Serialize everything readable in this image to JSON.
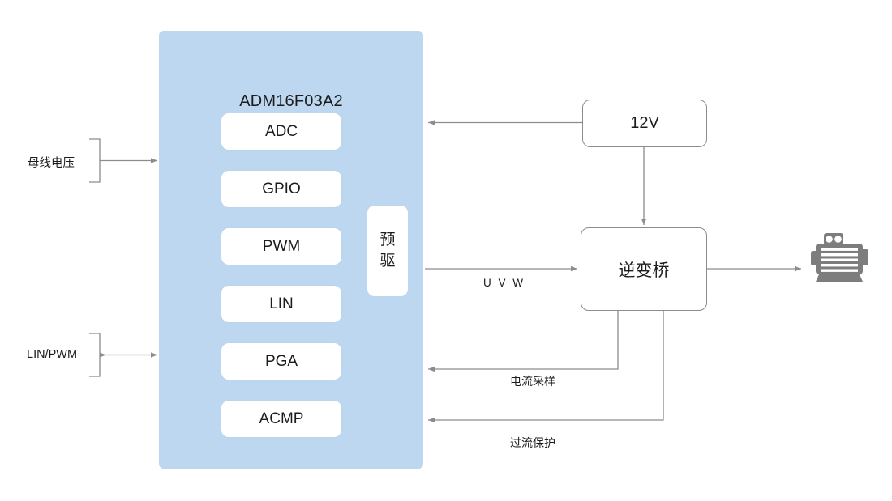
{
  "diagram": {
    "title": "ADM16F03A2 motor control block diagram",
    "colors": {
      "chip_fill": "#bcd7ef",
      "block_fill": "#ffffff",
      "line": "#8c8c8c",
      "text": "#1c1c1c",
      "motor_icon": "#7d7d7d"
    }
  },
  "chip": {
    "title": "ADM16F03A2",
    "peripherals": [
      {
        "label": "ADC"
      },
      {
        "label": "GPIO"
      },
      {
        "label": "PWM"
      },
      {
        "label": "LIN"
      },
      {
        "label": "PGA"
      },
      {
        "label": "ACMP"
      }
    ],
    "predriver": {
      "line1": "预",
      "line2": "驱"
    }
  },
  "power": {
    "label": "12V"
  },
  "inverter": {
    "label": "逆变桥"
  },
  "motor": {
    "icon": "motor-icon"
  },
  "inputs": [
    {
      "label": "母线电压",
      "direction": "in"
    },
    {
      "label": "LIN/PWM",
      "direction": "bidirectional"
    }
  ],
  "signals": [
    {
      "label": "U V W",
      "direction": "out"
    },
    {
      "label": "电流采样",
      "direction": "in"
    },
    {
      "label": "过流保护",
      "direction": "in"
    }
  ]
}
